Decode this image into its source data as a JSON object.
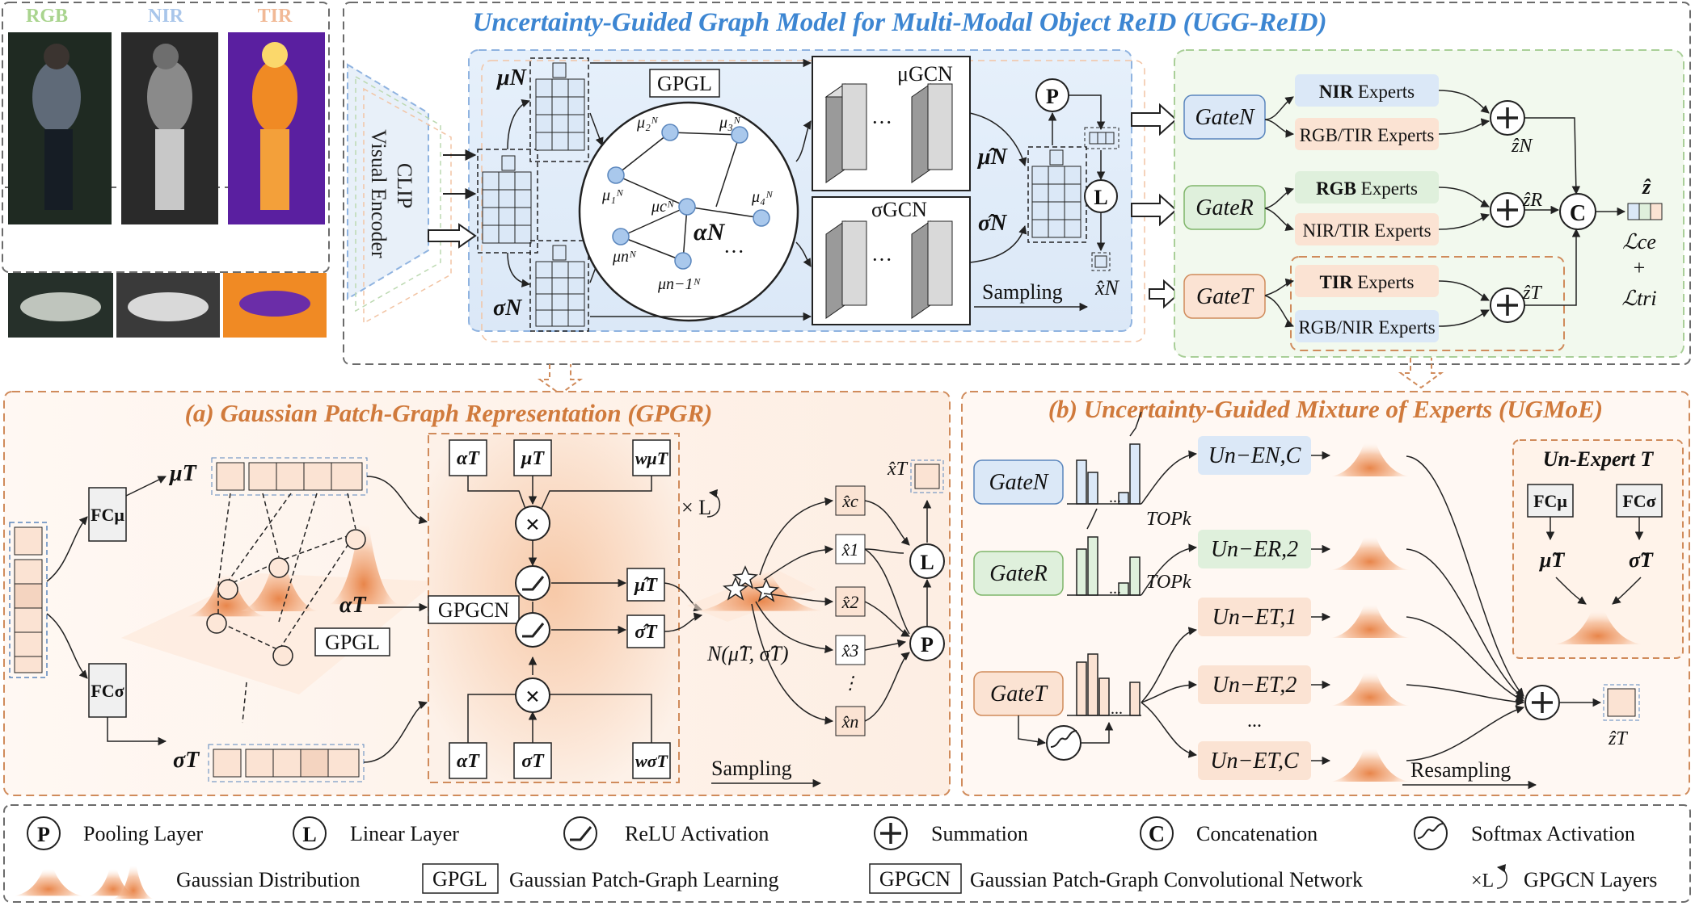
{
  "title": "Uncertainty-Guided Graph Model for Multi-Modal Object ReID (UGG-ReID)",
  "modalities": [
    "RGB",
    "NIR",
    "TIR"
  ],
  "encoder": {
    "line1": "CLIP",
    "line2": "Visual Encoder"
  },
  "top": {
    "gpgl": "GPGL",
    "mu_gcn": "μGCN",
    "sigma_gcn": "σGCN",
    "dots": "···",
    "sampling": "Sampling",
    "mu_N": "μN",
    "sigma_N": "σN",
    "alpha_N": "αN",
    "mu_hat_N": "μ̂N",
    "sigma_hat_N": "σ̂N",
    "x_hat_N": "x̂N",
    "nodes": [
      "μ₂ᴺ",
      "μ₃ᴺ",
      "μ₁ᴺ",
      "μcᴺ",
      "μ₄ᴺ",
      "μnᴺ",
      "μn−1ᴺ"
    ],
    "pool": "P",
    "linear": "L"
  },
  "gates_top": [
    {
      "label": "GateN",
      "color": "#dbe8f7"
    },
    {
      "label": "GateR",
      "color": "#dff0dc"
    },
    {
      "label": "GateT",
      "color": "#fbe3d3"
    }
  ],
  "experts_top": [
    {
      "bold": "NIR",
      "rest": " Experts",
      "color": "#dbe8f7"
    },
    {
      "bold": "",
      "rest": "RGB/TIR Experts",
      "color": "#fbe3d3"
    },
    {
      "bold": "RGB",
      "rest": " Experts",
      "color": "#dff0dc"
    },
    {
      "bold": "",
      "rest": "NIR/TIR Experts",
      "color": "#fbe3d3"
    },
    {
      "bold": "TIR",
      "rest": " Experts",
      "color": "#fbe3d3"
    },
    {
      "bold": "",
      "rest": "RGB/NIR Experts",
      "color": "#dbe8f7"
    }
  ],
  "z_labels": [
    "ẑN",
    "ẑR",
    "ẑT"
  ],
  "z_hat": "ẑ",
  "loss": [
    "ℒce",
    "+",
    "ℒtri"
  ],
  "concat": "C",
  "section_a": {
    "title": "(a) Gaussian Patch-Graph Representation (GPGR)",
    "fc_mu": "FCμ",
    "fc_sigma": "FCσ",
    "mu_T": "μT",
    "sigma_T": "σT",
    "alpha_T": "αT",
    "gpgl": "GPGL",
    "gpgcn": "GPGCN",
    "w_mu": "wμT",
    "w_sigma": "wσT",
    "mu_hat_T": "μ̂T",
    "sigma_hat_T": "σ̂T",
    "xL": "× L",
    "normal": "N(μ̂T, σ̂T)",
    "x_hat_T": "x̂T",
    "samples": [
      "x̂c",
      "x̂1",
      "x̂2",
      "x̂3",
      "⋮",
      "x̂n"
    ],
    "sampling": "Sampling",
    "mult": "×"
  },
  "section_b": {
    "title": "(b) Uncertainty-Guided Mixture of Experts (UGMoE)",
    "gates": [
      {
        "label": "GateN",
        "color": "#dbe8f7"
      },
      {
        "label": "GateR",
        "color": "#dff0dc"
      },
      {
        "label": "GateT",
        "color": "#fbe3d3"
      }
    ],
    "topk": "TOPk",
    "experts": [
      {
        "label": "Un−EN,C",
        "color": "#dbe8f7"
      },
      {
        "label": "Un−ER,2",
        "color": "#dff0dc"
      },
      {
        "label": "Un−ET,1",
        "color": "#fbe3d3"
      },
      {
        "label": "Un−ET,2",
        "color": "#fbe3d3"
      },
      {
        "label": "Un−ET,C",
        "color": "#fbe3d3"
      }
    ],
    "ellipsis": "...",
    "un_expert_title": "Un-Expert T",
    "fc_mu": "FCμ",
    "fc_sigma": "FCσ",
    "mu_tilde": "μ̃T",
    "sigma_tilde": "σ̃T",
    "resampling": "Resampling",
    "z_hat_T": "ẑT"
  },
  "legend": [
    {
      "symbol": "P",
      "label": "Pooling Layer"
    },
    {
      "symbol": "L",
      "label": "Linear Layer"
    },
    {
      "symbol": "relu",
      "label": "ReLU Activation"
    },
    {
      "symbol": "+",
      "label": "Summation"
    },
    {
      "symbol": "C",
      "label": "Concatenation"
    },
    {
      "symbol": "softmax",
      "label": "Softmax Activation"
    },
    {
      "symbol": "gauss",
      "label": "Gaussian Distribution"
    },
    {
      "symbol": "GPGL",
      "label": "Gaussian Patch-Graph Learning"
    },
    {
      "symbol": "GPGCN",
      "label": "Gaussian Patch-Graph Convolutional Network"
    },
    {
      "symbol": "×L",
      "label": "GPGCN Layers"
    }
  ],
  "colors": {
    "blue": "#3d86d2",
    "orange": "#d07a3c",
    "green_border": "#a9cf98",
    "grey_border": "#6b6b6b",
    "cell_blue": "#dbe8f7",
    "cell_orange": "#fbe3d3",
    "cell_green": "#dff0dc"
  }
}
